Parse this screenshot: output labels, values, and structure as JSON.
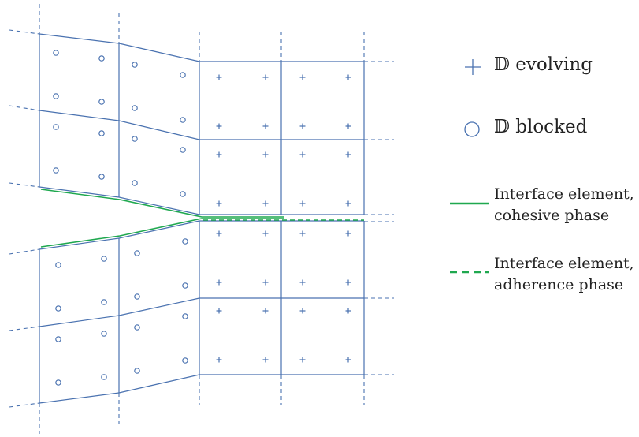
{
  "colors": {
    "mesh": "#4a72b0",
    "interface": "#1fa84f",
    "text": "#222222"
  },
  "legend": {
    "evolving": "𝔻 evolving",
    "blocked": "𝔻 blocked",
    "cohesive_line1": "Interface element,",
    "cohesive_line2": "cohesive phase",
    "adherence_line1": "Interface element,",
    "adherence_line2": "adherence phase"
  },
  "icons": {
    "evolving": "plus-icon",
    "blocked": "circle-icon",
    "cohesive": "solid-line-icon",
    "adherence": "dashed-line-icon"
  }
}
